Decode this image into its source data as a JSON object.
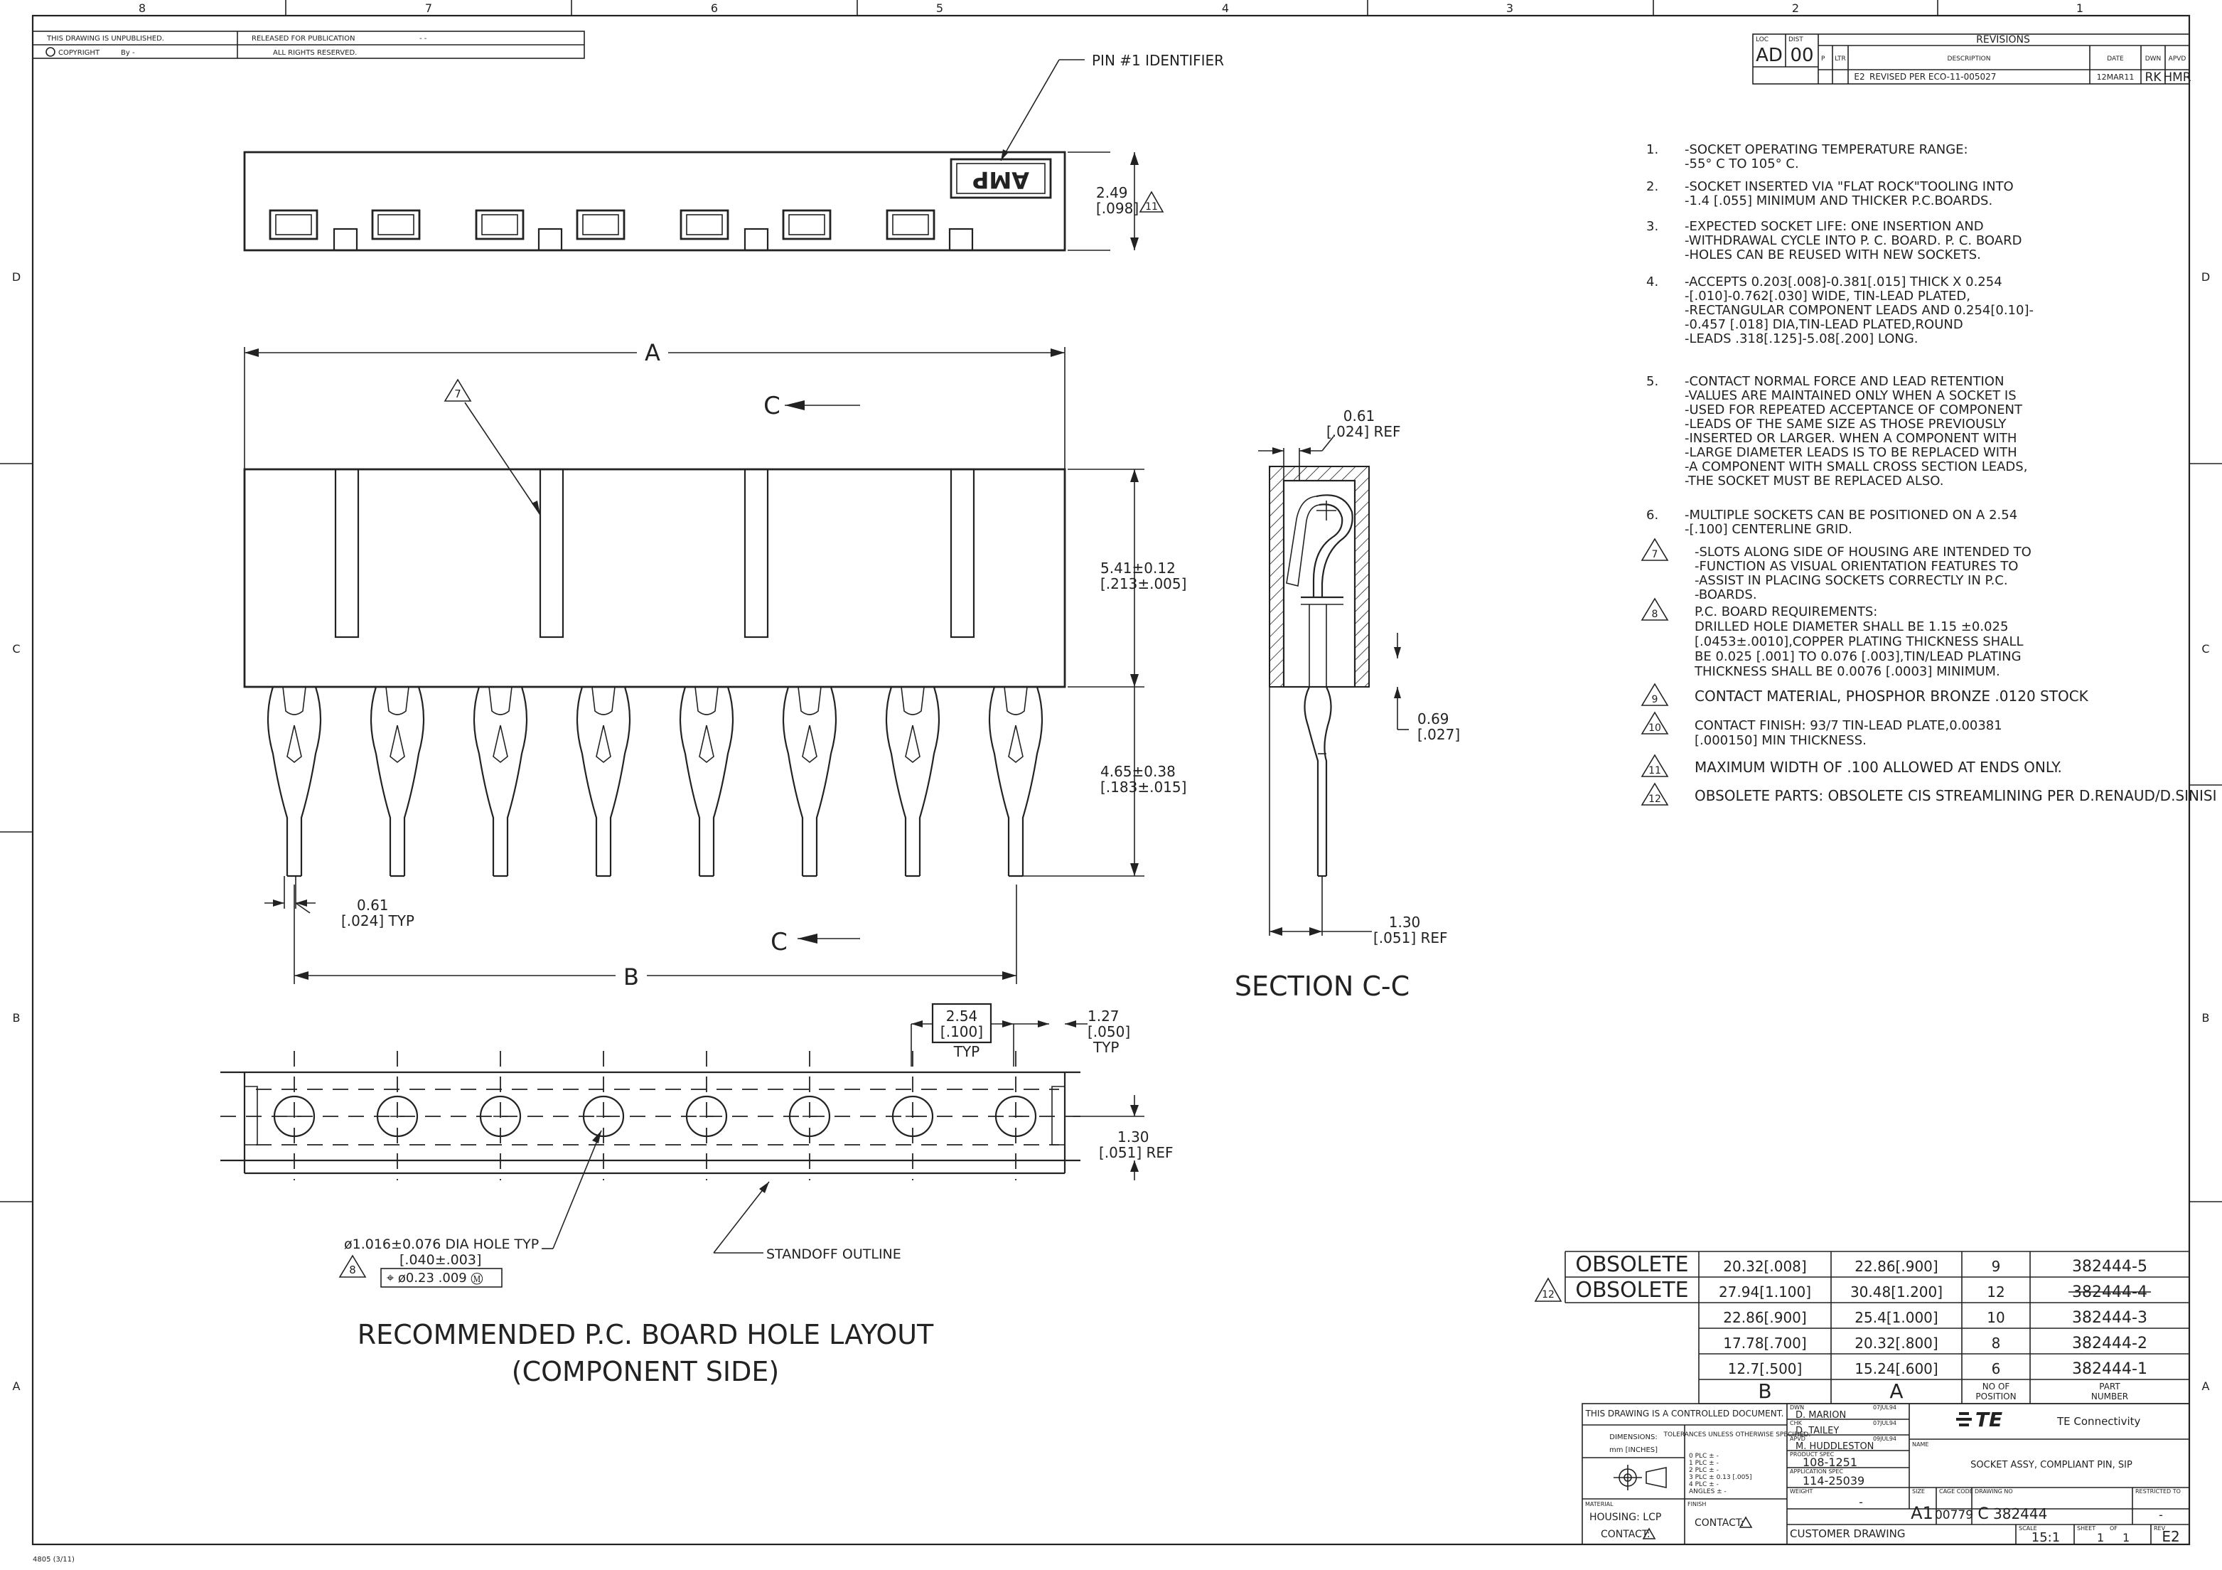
{
  "zones": {
    "top": [
      "8",
      "7",
      "6",
      "5",
      "4",
      "3",
      "2",
      "1"
    ],
    "left": [
      "D",
      "C",
      "B",
      "A"
    ],
    "right": [
      "D",
      "C",
      "B",
      "A"
    ]
  },
  "header": {
    "unpublished": "THIS DRAWING IS UNPUBLISHED.",
    "copyright": "COPYRIGHT",
    "by": "By -",
    "released": "RELEASED FOR PUBLICATION",
    "rights": "ALL RIGHTS RESERVED.",
    "year": "- -"
  },
  "revisions": {
    "title": "REVISIONS",
    "loc_label": "LOC",
    "loc": "AD",
    "dist_label": "DIST",
    "dist": "00",
    "p_label": "P",
    "ltr_label": "LTR",
    "desc_label": "DESCRIPTION",
    "date_label": "DATE",
    "dwn_label": "DWN",
    "apvd_label": "APVD",
    "row": {
      "ltr": "E2",
      "desc": "REVISED PER ECO-11-005027",
      "date": "12MAR11",
      "dwn": "RK",
      "apvd": "HMR"
    }
  },
  "views": {
    "pin1": "PIN #1 IDENTIFIER",
    "amp": "AMP",
    "dim_249": "2.49",
    "dim_249_in": "[.098]",
    "flag11": "11",
    "dim_A": "A",
    "dim_B": "B",
    "section_arrow": "C",
    "flag7": "7",
    "dim_541": "5.41±0.12",
    "dim_541_in": "[.213±.005]",
    "dim_465": "4.65±0.38",
    "dim_465_in": "[.183±.015]",
    "dim_061": "0.61",
    "dim_061_in": "[.024] TYP",
    "sec_061": "0.61",
    "sec_061_in": "[.024] REF",
    "sec_069": "0.69",
    "sec_069_in": "[.027]",
    "sec_130": "1.30",
    "sec_130_in": "[.051] REF",
    "section_title": "SECTION C-C",
    "pitch": "2.54",
    "pitch_in": "[.100]",
    "pitch_typ": "TYP",
    "dim_127": "1.27",
    "dim_127_in": "[.050]",
    "dim_127_typ": "TYP",
    "hole_130": "1.30",
    "hole_130_in": "[.051] REF",
    "hole_dia": "ø1.016±0.076 DIA HOLE TYP",
    "hole_dia_in": "[.040±.003]",
    "hole_tol": "⌖ ø0.23 .009 Ⓜ",
    "flag8": "8",
    "standoff": "STANDOFF OUTLINE",
    "layout_title": "RECOMMENDED P.C. BOARD HOLE LAYOUT",
    "layout_sub": "(COMPONENT SIDE)"
  },
  "notes": [
    {
      "num": "1.",
      "lines": [
        "-SOCKET OPERATING TEMPERATURE RANGE:",
        "-55° C TO 105° C."
      ]
    },
    {
      "num": "2.",
      "lines": [
        "-SOCKET INSERTED VIA \"FLAT ROCK\"TOOLING INTO",
        "-1.4 [.055] MINIMUM AND THICKER P.C.BOARDS."
      ]
    },
    {
      "num": "3.",
      "lines": [
        "-EXPECTED SOCKET LIFE: ONE INSERTION AND",
        "-WITHDRAWAL CYCLE INTO P. C. BOARD. P. C. BOARD",
        "-HOLES CAN BE REUSED WITH NEW SOCKETS."
      ]
    },
    {
      "num": "4.",
      "lines": [
        "-ACCEPTS 0.203[.008]-0.381[.015] THICK X 0.254",
        "-[.010]-0.762[.030] WIDE, TIN-LEAD PLATED,",
        "-RECTANGULAR COMPONENT LEADS AND 0.254[0.10]-",
        "-0.457 [.018] DIA,TIN-LEAD PLATED,ROUND",
        "-LEADS .318[.125]-5.08[.200] LONG."
      ]
    },
    {
      "num": "5.",
      "lines": [
        "-CONTACT NORMAL FORCE AND LEAD RETENTION",
        "-VALUES ARE MAINTAINED ONLY WHEN A SOCKET IS",
        "-USED FOR REPEATED ACCEPTANCE OF COMPONENT",
        "-LEADS OF THE SAME SIZE AS THOSE PREVIOUSLY",
        "-INSERTED OR LARGER.  WHEN A COMPONENT WITH",
        "-LARGE DIAMETER LEADS IS TO BE REPLACED WITH",
        "-A COMPONENT WITH SMALL CROSS SECTION LEADS,",
        "-THE SOCKET MUST BE REPLACED ALSO."
      ]
    },
    {
      "num": "6.",
      "lines": [
        "-MULTIPLE SOCKETS CAN BE POSITIONED ON A 2.54",
        "-[.100] CENTERLINE GRID."
      ]
    },
    {
      "num": "7",
      "flag": true,
      "lines": [
        "-SLOTS ALONG SIDE OF HOUSING ARE INTENDED TO",
        "-FUNCTION AS VISUAL ORIENTATION FEATURES TO",
        "-ASSIST IN PLACING SOCKETS CORRECTLY IN P.C.",
        "-BOARDS."
      ]
    },
    {
      "num": "8",
      "flag": true,
      "lines": [
        "P.C. BOARD REQUIREMENTS:",
        "DRILLED HOLE DIAMETER SHALL BE 1.15 ±0.025",
        "[.0453±.0010],COPPER PLATING THICKNESS SHALL",
        "BE 0.025 [.001] TO 0.076 [.003],TIN/LEAD PLATING",
        "THICKNESS SHALL BE 0.0076 [.0003] MINIMUM."
      ]
    },
    {
      "num": "9",
      "flag": true,
      "lines": [
        "CONTACT MATERIAL, PHOSPHOR BRONZE .0120 STOCK"
      ]
    },
    {
      "num": "10",
      "flag": true,
      "lines": [
        "CONTACT FINISH: 93/7 TIN-LEAD PLATE,0.00381",
        "[.000150] MIN THICKNESS."
      ]
    },
    {
      "num": "11",
      "flag": true,
      "lines": [
        "MAXIMUM WIDTH OF .100 ALLOWED AT ENDS ONLY."
      ]
    },
    {
      "num": "12",
      "flag": true,
      "lines": [
        "OBSOLETE PARTS: OBSOLETE CIS STREAMLINING PER D.RENAUD/D.SINISI"
      ]
    }
  ],
  "part_table": {
    "obsolete_label": "OBSOLETE",
    "flag12": "12",
    "headers": {
      "b": "B",
      "a": "A",
      "pos": [
        "NO OF",
        "POSITION"
      ],
      "part": [
        "PART",
        "NUMBER"
      ]
    },
    "rows": [
      {
        "obsolete": true,
        "b": "20.32[.008]",
        "a": "22.86[.900]",
        "pos": "9",
        "part": "382444-5",
        "strike": false
      },
      {
        "obsolete": true,
        "b": "27.94[1.100]",
        "a": "30.48[1.200]",
        "pos": "12",
        "part": "382444-4",
        "strike": true
      },
      {
        "obsolete": false,
        "b": "22.86[.900]",
        "a": "25.4[1.000]",
        "pos": "10",
        "part": "382444-3",
        "strike": false
      },
      {
        "obsolete": false,
        "b": "17.78[.700]",
        "a": "20.32[.800]",
        "pos": "8",
        "part": "382444-2",
        "strike": false
      },
      {
        "obsolete": false,
        "b": "12.7[.500]",
        "a": "15.24[.600]",
        "pos": "6",
        "part": "382444-1",
        "strike": false
      }
    ]
  },
  "title_block": {
    "controlled": "THIS DRAWING IS A CONTROLLED DOCUMENT.",
    "dimensions": "DIMENSIONS:",
    "units": "mm [INCHES]",
    "tolerances": "TOLERANCES UNLESS OTHERWISE SPECIFIED:",
    "tol_lines": [
      "0 PLC   ± -",
      "1 PLC   ± -",
      "2 PLC   ± -",
      "3 PLC   ± 0.13 [.005]",
      "4 PLC   ± -",
      "ANGLES     ± -"
    ],
    "material_label": "MATERIAL",
    "housing": "HOUSING: LCP",
    "contact_mat": "CONTACT:",
    "finish_label": "FINISH",
    "contact_fin": "CONTACT:",
    "dwn_label": "DWN",
    "dwn_name": "D. MARION",
    "dwn_date": "07JUL94",
    "chk_label": "CHK",
    "chk_name": "D. TAILEY",
    "chk_date": "07JUL94",
    "apvd_label": "APVD",
    "apvd_name": "M. HUDDLESTON",
    "apvd_date": "09JUL94",
    "product_spec_label": "PRODUCT SPEC",
    "product_spec": "108-1251",
    "app_spec_label": "APPLICATION SPEC",
    "app_spec": "114-25039",
    "weight_label": "WEIGHT",
    "weight": "-",
    "company": "TE Connectivity",
    "logo": "TE",
    "name_label": "NAME",
    "name": "SOCKET ASSY, COMPLIANT PIN, SIP",
    "size_label": "SIZE",
    "size": "A1",
    "cage_label": "CAGE CODE",
    "cage": "00779",
    "dwg_label": "DRAWING NO",
    "dwg_prefix": "C",
    "dwg_no": "382444",
    "restricted_label": "RESTRICTED TO",
    "restricted": "-",
    "customer": "CUSTOMER DRAWING",
    "scale_label": "SCALE",
    "scale": "15:1",
    "sheet_label": "SHEET",
    "sheet": "1",
    "of_label": "OF",
    "of": "1",
    "rev_label": "REV",
    "rev": "E2"
  },
  "form_id": "4805 (3/11)"
}
